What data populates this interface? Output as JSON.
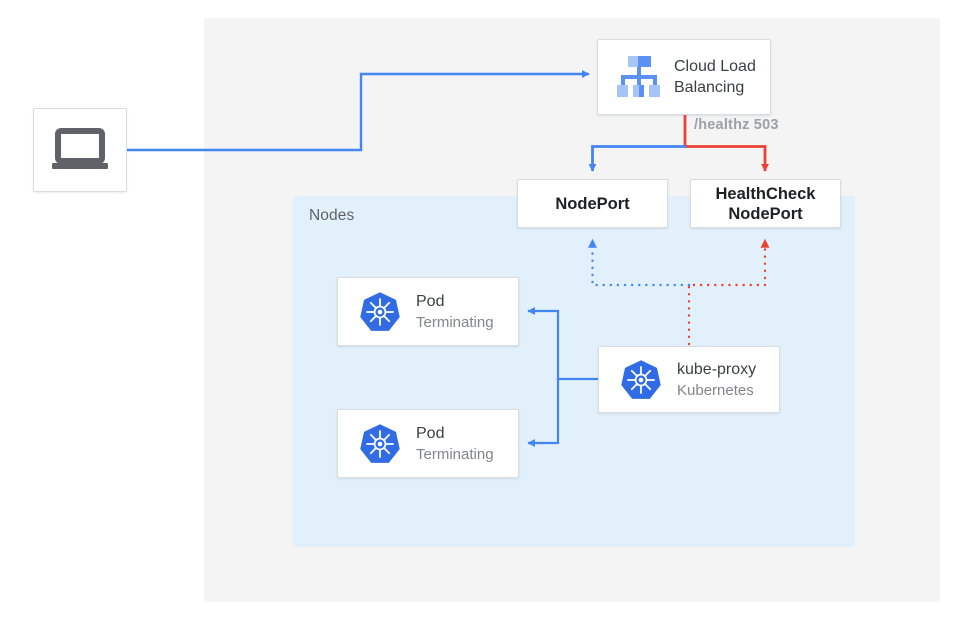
{
  "diagram": {
    "title": "Kubernetes externalTrafficPolicy Local health check flow",
    "colors": {
      "blue": "#4285F4",
      "red": "#EA4335",
      "panel_gray": "#F4F4F4",
      "panel_blue": "#E2F0FB",
      "k8s_blue": "#326CE5",
      "text_dark": "#202124",
      "text_muted": "#80868B",
      "text_label": "#5F6368"
    }
  },
  "panels": {
    "outer": {
      "name": "cloud-region"
    },
    "nodes": {
      "label": "Nodes"
    }
  },
  "nodes": {
    "client": {
      "icon": "laptop-icon",
      "label": ""
    },
    "load_balancer": {
      "icon": "cloud-load-balancing-icon",
      "title_line1": "Cloud Load",
      "title_line2": "Balancing"
    },
    "nodeport": {
      "title": "NodePort"
    },
    "healthcheck_nodeport": {
      "title_line1": "HealthCheck",
      "title_line2": "NodePort"
    },
    "pod1": {
      "icon": "kubernetes-icon",
      "title": "Pod",
      "subtitle": "Terminating"
    },
    "pod2": {
      "icon": "kubernetes-icon",
      "title": "Pod",
      "subtitle": "Terminating"
    },
    "kube_proxy": {
      "icon": "kubernetes-icon",
      "title": "kube-proxy",
      "subtitle": "Kubernetes"
    }
  },
  "edges": {
    "client_to_lb": {
      "style": "solid",
      "color": "#4285F4"
    },
    "lb_to_nodeport": {
      "style": "solid",
      "color": "#4285F4"
    },
    "lb_to_healthcheck": {
      "style": "solid",
      "color": "#EA4335",
      "label": "/healthz 503"
    },
    "kubeproxy_to_nodeport": {
      "style": "dotted",
      "color": "#4285F4"
    },
    "kubeproxy_to_healthcheck": {
      "style": "dotted",
      "color": "#EA4335"
    },
    "kubeproxy_to_pods": {
      "style": "solid",
      "color": "#4285F4"
    }
  },
  "labels": {
    "healthz": "/healthz 503"
  }
}
